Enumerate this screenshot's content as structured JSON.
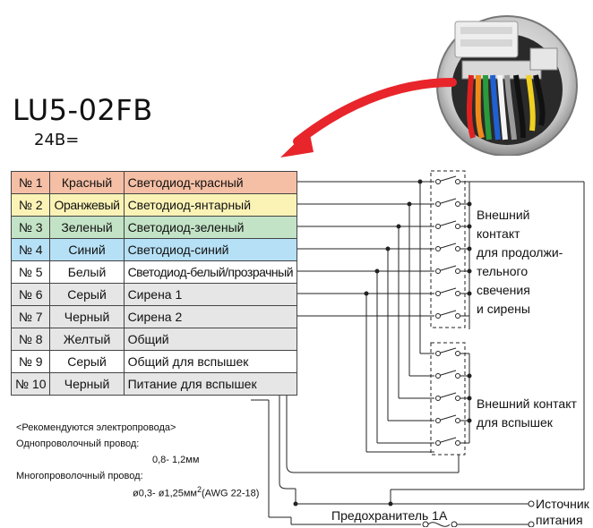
{
  "title": "LU5-02FB",
  "voltage": "24В=",
  "rows": [
    {
      "num": "№ 1",
      "color_name": "Красный",
      "function": "Светодиод-красный",
      "bg": "#f5bfa5"
    },
    {
      "num": "№ 2",
      "color_name": "Оранжевый",
      "function": "Светодиод-янтарный",
      "bg": "#fbf3b6"
    },
    {
      "num": "№ 3",
      "color_name": "Зеленый",
      "function": "Светодиод-зеленый",
      "bg": "#c3e3c6"
    },
    {
      "num": "№ 4",
      "color_name": "Синий",
      "function": "Светодиод-синий",
      "bg": "#b6e0f6"
    },
    {
      "num": "№ 5",
      "color_name": "Белый",
      "function": "Светодиод-белый/прозрачный",
      "bg": "#ffffff"
    },
    {
      "num": "№ 6",
      "color_name": "Серый",
      "function": "Сирена 1",
      "bg": "#e6e6e6"
    },
    {
      "num": "№ 7",
      "color_name": "Черный",
      "function": "Сирена 2",
      "bg": "#e6e6e6"
    },
    {
      "num": "№ 8",
      "color_name": "Желтый",
      "function": "Общий",
      "bg": "#e6e6e6"
    },
    {
      "num": "№ 9",
      "color_name": "Серый",
      "function": "Общий для вспышек",
      "bg": "#ffffff"
    },
    {
      "num": "№ 10",
      "color_name": "Черный",
      "function": "Питание для вспышек",
      "bg": "#e6e6e6"
    }
  ],
  "notes": {
    "recommended": "<Рекомендуются электропровода>",
    "single_label": "Однопроволочный провод:",
    "single_value": "0,8- 1,2мм",
    "multi_label": "Многопроволочный провод:",
    "multi_value": "ø0,3- ø1,25мм",
    "multi_sup": "2",
    "multi_awg": "(AWG 22-18)"
  },
  "contact_group_1": [
    "Внешний",
    "контакт",
    "для продолжи-",
    "тельного",
    "свечения",
    "и сирены"
  ],
  "contact_group_2": [
    "Внешний контакт",
    "для вспышек"
  ],
  "fuse_label": "Предохранитель 1А",
  "power_label_1": "Источник",
  "power_label_2": "питания",
  "colors": {
    "arrow": "#e8252b",
    "line": "#222222",
    "wire_red": "#e02020",
    "wire_orange": "#f08a1a",
    "wire_green": "#2a9a3a",
    "wire_blue": "#2060d0",
    "wire_white": "#f4f4f4",
    "wire_yellow": "#f0d020",
    "wire_black": "#222222"
  }
}
